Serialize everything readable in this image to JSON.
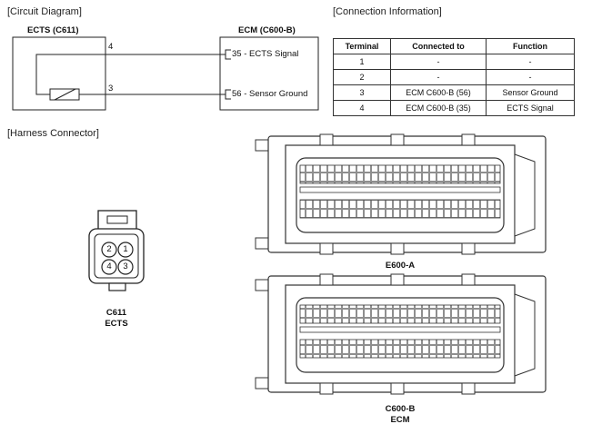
{
  "sections": {
    "circuit": "[Circuit Diagram]",
    "connection": "[Connection Information]",
    "harness": "[Harness Connector]"
  },
  "circuit": {
    "ects_title": "ECTS (C611)",
    "ecm_title": "ECM (C600-B)",
    "wire_top_num": "4",
    "wire_bottom_num": "3",
    "ecm_pin_top": "35 - ECTS Signal",
    "ecm_pin_bottom": "56 - Sensor Ground"
  },
  "connection_table": {
    "headers": [
      "Terminal",
      "Connected to",
      "Function"
    ],
    "rows": [
      [
        "1",
        "-",
        "-"
      ],
      [
        "2",
        "-",
        "-"
      ],
      [
        "3",
        "ECM C600-B (56)",
        "Sensor Ground"
      ],
      [
        "4",
        "ECM C600-B (35)",
        "ECTS Signal"
      ]
    ]
  },
  "harness": {
    "c611_pins": [
      "2",
      "1",
      "4",
      "3"
    ],
    "c611_label_1": "C611",
    "c611_label_2": "ECTS",
    "ecm_a_label": "E600-A",
    "ecm_b_label_1": "C600-B",
    "ecm_b_label_2": "ECM"
  }
}
